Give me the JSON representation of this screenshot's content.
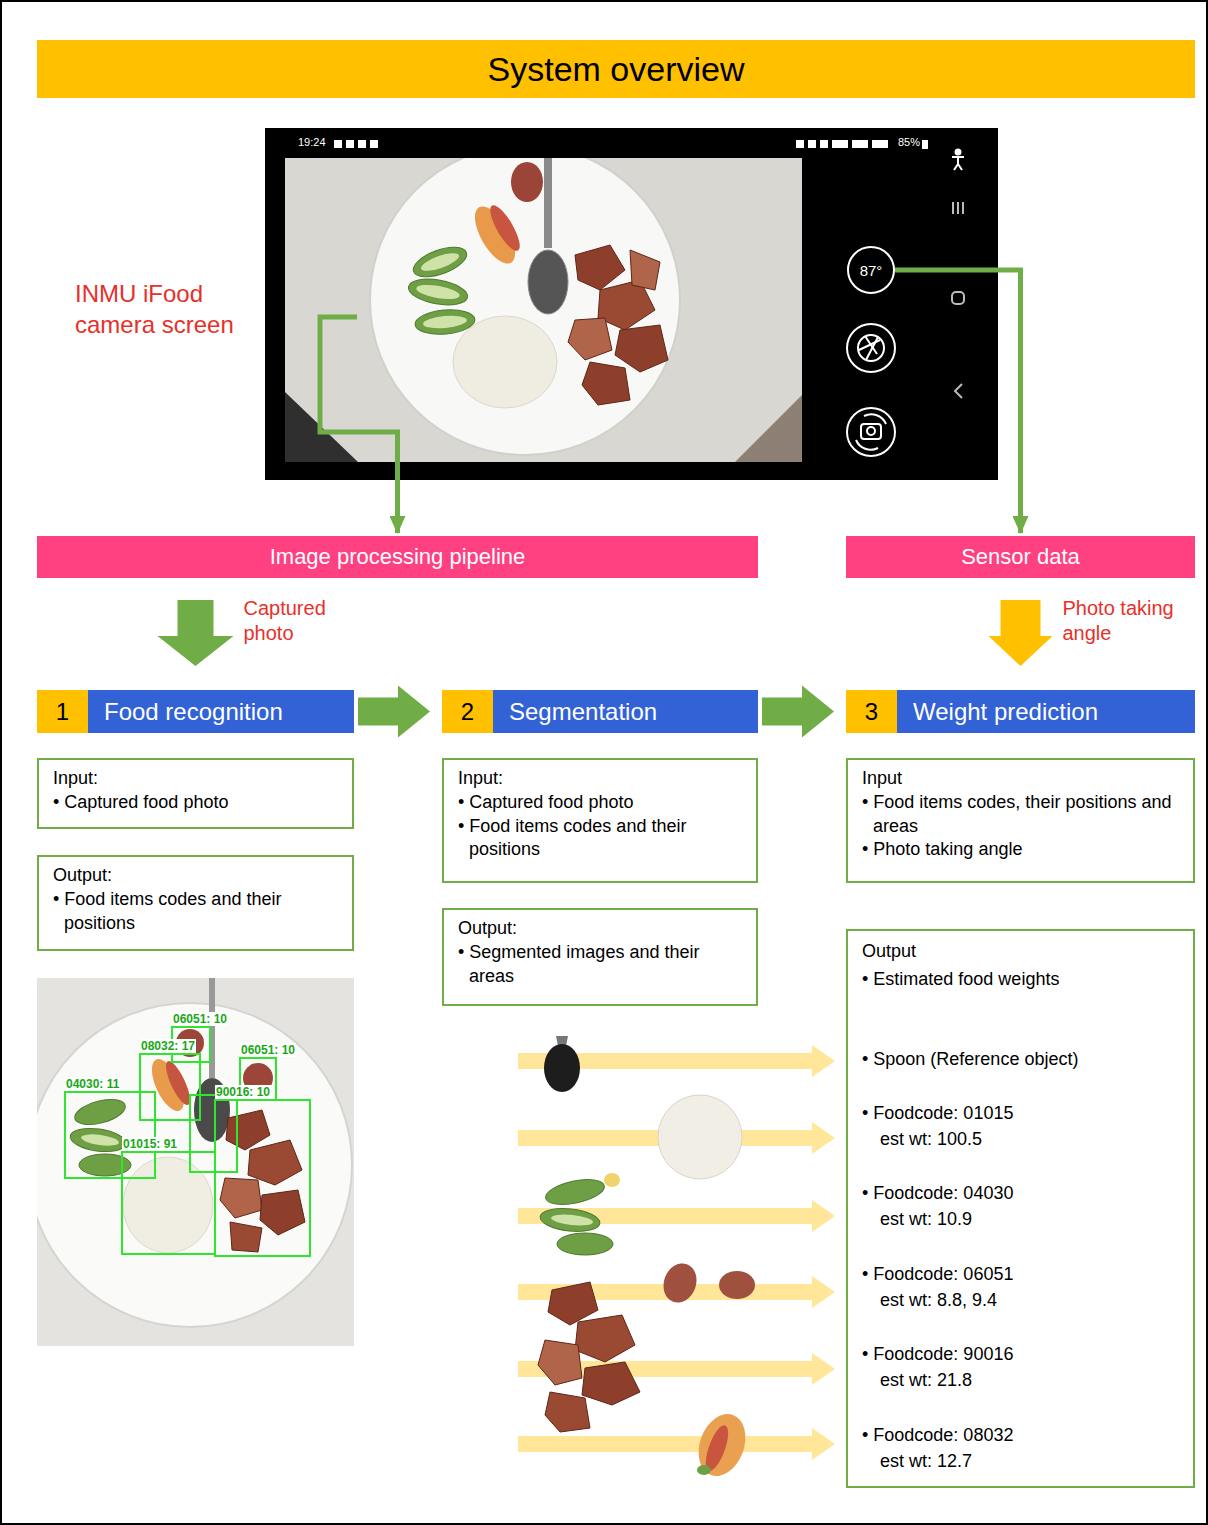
{
  "diagram": {
    "title": "System overview",
    "nodes": [
      {
        "text": [
          "19:24",
          "85%"
        ]
      },
      {
        "text": [
          "87°"
        ],
        "in": 0
      },
      {
        "text": [
          "Image processing pipeline"
        ]
      },
      {
        "text": [
          "Sensor data"
        ]
      },
      {
        "text": [
          "1",
          "Food recognition"
        ]
      },
      {
        "text": [
          "Input:",
          "• Captured food photo"
        ]
      },
      {
        "text": [
          "Output:",
          "• Food items codes and their positions"
        ]
      },
      {
        "text": [
          "2",
          "Segmentation"
        ]
      },
      {
        "text": [
          "Input:",
          "• Captured food photo",
          "• Food items codes and their positions"
        ]
      },
      {
        "text": [
          "Output:",
          "• Segmented images and their areas"
        ]
      },
      {
        "text": [
          "3",
          "Weight prediction"
        ]
      },
      {
        "text": [
          "Input",
          "• Food items codes, their positions and areas",
          "• Photo taking angle"
        ]
      },
      {
        "text": [
          "Output",
          "• Estimated food weights",
          "• Spoon (Reference object)",
          "• Foodcode: 01015",
          "est wt: 100.5",
          "• Foodcode: 04030",
          "est wt: 10.9",
          "• Foodcode: 06051",
          "est wt: 8.8, 9.4",
          "• Foodcode: 90016",
          "est wt: 21.8",
          "• Foodcode: 08032",
          "est wt: 12.7"
        ]
      }
    ],
    "edges": [
      {
        "from": 0,
        "to": 2,
        "arrow": "to"
      },
      {
        "from": 1,
        "to": 3,
        "arrow": "to"
      },
      {
        "from": 2,
        "to": 4,
        "arrow": "to",
        "label": "Captured photo"
      },
      {
        "from": 3,
        "to": 10,
        "arrow": "to",
        "label": "Photo taking angle"
      },
      {
        "from": 4,
        "to": 7,
        "arrow": "to"
      },
      {
        "from": 7,
        "to": 10,
        "arrow": "to"
      }
    ],
    "labels": [
      "INMU iFood camera screen",
      "06051: 10",
      "08032: 17",
      "06051: 10",
      "04030: 11",
      "90016: 10",
      "01015: 91"
    ]
  }
}
